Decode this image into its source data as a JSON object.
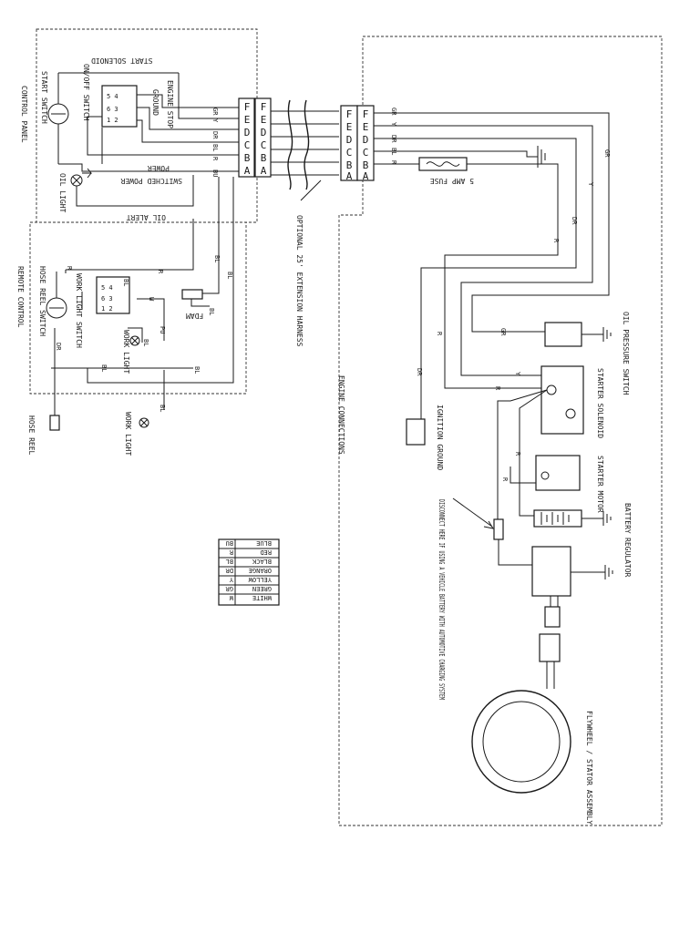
{
  "labels": {
    "control_panel": "CONTROL PANEL",
    "start_switch": "START SWITCH",
    "start_solenoid_top": "START SOLENOID",
    "engine_stop": "ENGINE STOP",
    "on_off_switch": "ON/OFF SWITCH",
    "ground_left": "GROUND",
    "power": "POWER",
    "switched_power": "SWITCHED POWER",
    "oil_light": "OIL LIGHT",
    "oil_alert": "OIL ALERT",
    "hose_reel_switch": "HOSE REEL SWITCH",
    "remote_control": "REMOTE CONTROL",
    "work_light_switch": "WORK LIGHT SWITCH",
    "work_light_1": "WORK LIGHT",
    "work_light_2": "WORK LIGHT",
    "hose_reel": "HOSE REEL",
    "fdam": "FDAM",
    "extension_harness": "OPTIONAL 25' EXTENSION HARNESS",
    "engine_connections": "ENGINE CONNECTIONS",
    "amp_fuse": "5 AMP FUSE",
    "oil_pressure_switch": "OIL PRESSURE SWITCH",
    "starter_solenoid": "STARTER SOLENOID",
    "ignition_ground": "IGNITION GROUND",
    "starter_motor": "STARTER MOTOR",
    "battery": "BATTERY",
    "regulator": "REGULATOR",
    "disconnect_note": "DISCONNECT HERE IF USING A VEHICLE BATTERY WITH AUTOMOTIVE CHARGING SYSTEM",
    "flywheel": "FLYWHEEL / STATOR ASSEMBLY"
  },
  "connector": {
    "pins": [
      "F",
      "E",
      "D",
      "C",
      "B",
      "A"
    ],
    "wires_left": [
      "GR",
      "Y",
      "DR",
      "BL",
      "R",
      "BU"
    ],
    "wires_right": [
      "GR",
      "Y",
      "DR",
      "BL",
      "R"
    ]
  },
  "wire_labels": {
    "gr": "GR",
    "y": "Y",
    "dr": "DR",
    "r": "R",
    "bl": "BL",
    "bu": "BU",
    "w": "W",
    "pu": "PU"
  },
  "color_legend": {
    "rows": [
      {
        "code": "BU",
        "name": "BLUE"
      },
      {
        "code": "R",
        "name": "RED"
      },
      {
        "code": "BL",
        "name": "BLACK"
      },
      {
        "code": "DR",
        "name": "ORANGE"
      },
      {
        "code": "Y",
        "name": "YELLOW"
      },
      {
        "code": "GR",
        "name": "GREEN"
      },
      {
        "code": "W",
        "name": "WHITE"
      }
    ]
  }
}
